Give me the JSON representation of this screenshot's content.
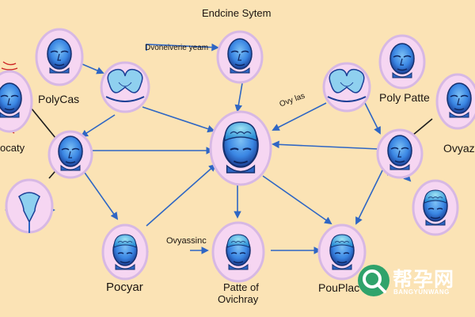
{
  "title": "Endcine Sytem",
  "labels": {
    "oval_top": "Dvoneiverie yeam",
    "polycas": "PolyCas",
    "ovy_top": "Ovy las",
    "poly_patte": "Poly Patte",
    "ovyaz": "Ovyaz",
    "ocaty": "ocaty",
    "ovassinc": "Ovyassinc",
    "pocyar": "Pocyar",
    "pathse_1": "Patte of",
    "pathse_2": "Ovichray",
    "poupla": "PouPlac"
  },
  "watermark": {
    "chinese": "帮孕网",
    "english": "BANGYUNWANG",
    "logo_icon": "magnifier-q-logo"
  },
  "colors": {
    "background": "#fbe3b5",
    "node_ring": "#d7b8e4",
    "node_fill": "#f6d6f2",
    "head": "#3a86e3",
    "head_dark": "#1b3f96",
    "arrow": "#2e66c4",
    "connector": "#1c1c1c",
    "gland": "#8fd0ef",
    "accent_red": "#cc2222",
    "watermark_green": "#2fa36b"
  },
  "nodes": [
    {
      "id": "head-top-left",
      "icon": "head-icon"
    },
    {
      "id": "head-top-center",
      "icon": "head-icon"
    },
    {
      "id": "head-top-right",
      "icon": "head-icon"
    },
    {
      "id": "gland-left",
      "icon": "thyroid-gland-icon"
    },
    {
      "id": "gland-right",
      "icon": "thyroid-gland-icon"
    },
    {
      "id": "brain-center",
      "icon": "brain-head-icon"
    },
    {
      "id": "head-far-left",
      "icon": "head-icon"
    },
    {
      "id": "head-far-right",
      "icon": "head-icon"
    },
    {
      "id": "head-left-mid",
      "icon": "head-icon"
    },
    {
      "id": "head-right-mid",
      "icon": "head-icon"
    },
    {
      "id": "organ-left-low",
      "icon": "uterus-icon"
    },
    {
      "id": "head-right-low",
      "icon": "brain-head-icon"
    },
    {
      "id": "head-bottom-left",
      "icon": "brain-head-icon"
    },
    {
      "id": "head-bottom-center",
      "icon": "brain-head-icon"
    },
    {
      "id": "head-bottom-right",
      "icon": "brain-head-icon"
    }
  ]
}
